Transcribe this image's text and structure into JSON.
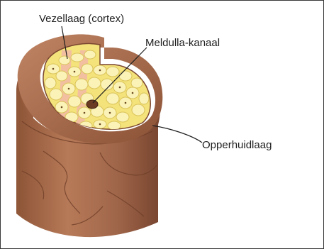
{
  "labels": {
    "cortex": "Vezellaag (cortex)",
    "medulla": "Meldulla-kanaal",
    "cuticle": "Opperhuidlaag"
  },
  "colors": {
    "cuticle_outer": "#a86a4a",
    "cuticle_dark": "#7a4630",
    "cortex_fill": "#f4e27a",
    "cell_fill": "#fbf2b8",
    "cell_stroke": "#d9c45a",
    "medulla_fill": "#6b3a22",
    "pink_band": "#f2b8a8",
    "leader_line": "#1e1e1e"
  }
}
